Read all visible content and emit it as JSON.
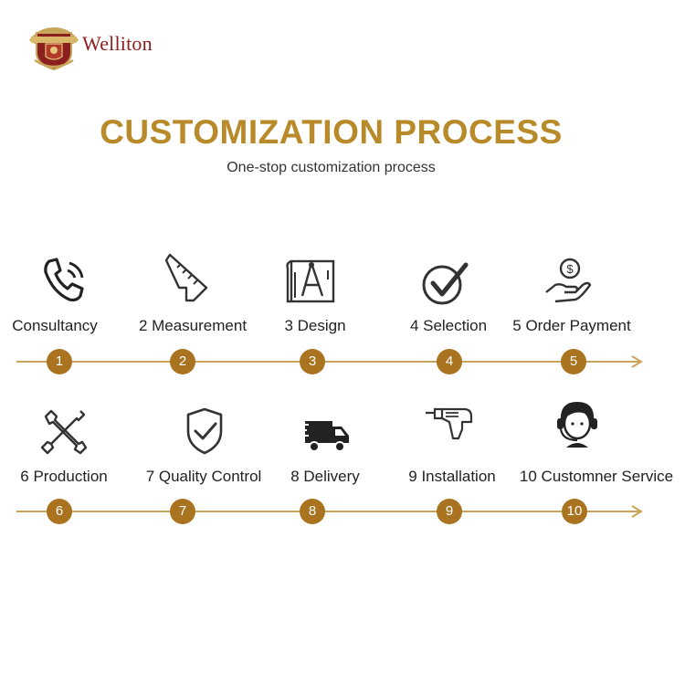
{
  "brand": {
    "name": "Welliton"
  },
  "title": "CUSTOMIZATION PROCESS",
  "subtitle": "One-stop customization process",
  "colors": {
    "accent": "#b98a2a",
    "dot": "#a9731f",
    "line": "#c9a55c",
    "brand": "#8b1e1e"
  },
  "steps": [
    {
      "label": "Consultancy",
      "number": "1",
      "icon": "phone-icon"
    },
    {
      "label": "2 Measurement",
      "number": "2",
      "icon": "ruler-icon"
    },
    {
      "label": "3 Design",
      "number": "3",
      "icon": "blueprint-icon"
    },
    {
      "label": "4 Selection",
      "number": "4",
      "icon": "checkmark-icon"
    },
    {
      "label": "5 Order Payment",
      "number": "5",
      "icon": "payment-icon"
    },
    {
      "label": "6 Production",
      "number": "6",
      "icon": "tools-icon"
    },
    {
      "label": "7 Quality Control",
      "number": "7",
      "icon": "shield-check-icon"
    },
    {
      "label": "8 Delivery",
      "number": "8",
      "icon": "truck-icon"
    },
    {
      "label": "9 Installation",
      "number": "9",
      "icon": "drill-icon"
    },
    {
      "label": "10 Customner Service",
      "number": "10",
      "icon": "headset-icon"
    }
  ]
}
